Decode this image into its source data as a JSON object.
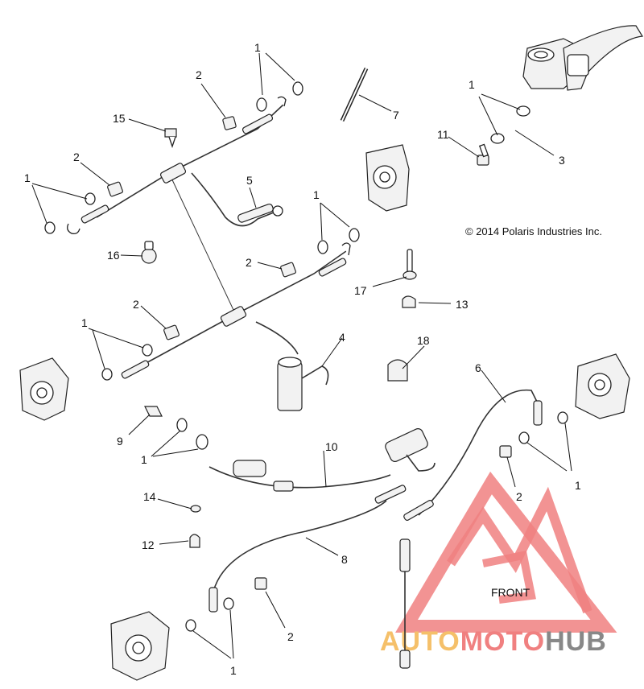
{
  "copyright": "© 2014 Polaris Industries Inc.",
  "watermark": {
    "label": "FRONT",
    "brand_auto": "AUTO",
    "brand_moto": "MOTO",
    "brand_hub": "HUB",
    "colors": {
      "triangle": "#f08080",
      "auto": "#f5c06a",
      "moto": "#f08080",
      "hub": "#888888"
    }
  },
  "callouts": {
    "c1": "1",
    "c2": "2",
    "c3": "3",
    "c4": "4",
    "c5": "5",
    "c6": "6",
    "c7": "7",
    "c8": "8",
    "c9": "9",
    "c10": "10",
    "c11": "11",
    "c12": "12",
    "c13": "13",
    "c14": "14",
    "c15": "15",
    "c16": "16",
    "c17": "17",
    "c18": "18"
  }
}
